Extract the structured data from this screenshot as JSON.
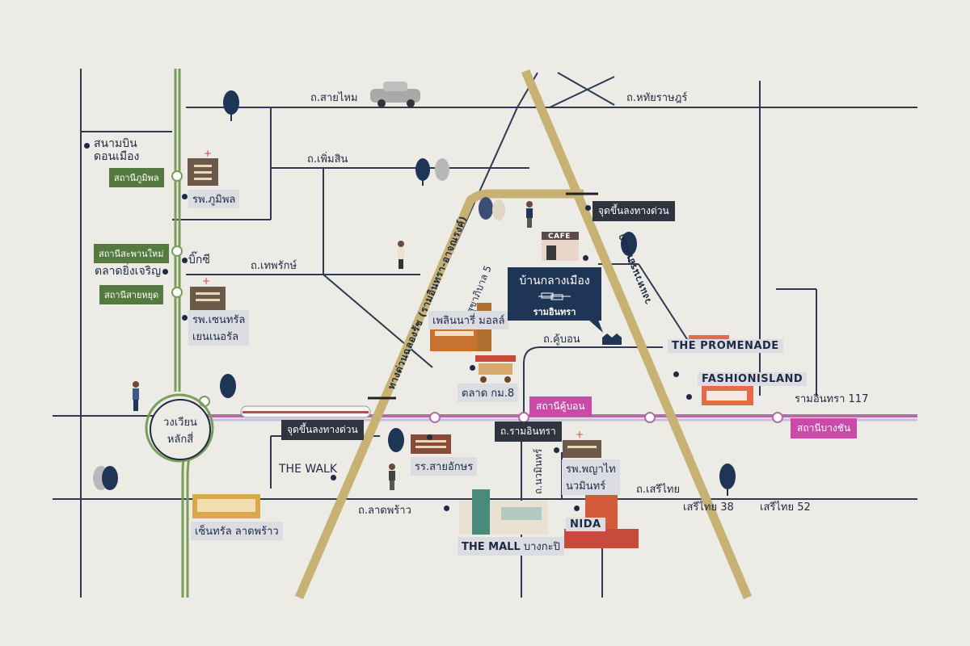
{
  "roads": {
    "sai_mai": "ถ.สายไหม",
    "hathai_rat": "ถ.หทัยราษฎร์",
    "phoem_sin": "ถ.เพิ่มสิน",
    "thep_harak": "ถ.เทพรักษ์",
    "sukhaphiban5": "ถ.สุขาภิบาล 5",
    "ku_bon": "ถ.คู้บอน",
    "ram_intra": "ถ.รามอินทรา",
    "lat_phrao": "ถ.ลาดพร้าว",
    "serithai": "ถ.เสรีไทย",
    "nawamin": "ถ.นวมินทร์",
    "expressway_ramintra": "ทางด่วนฉลองรัช (รามอินทรา-อาจณรงค์)",
    "outer_ring": "วงแหวนรอบนอก",
    "ram_intra_117": "รามอินทรา 117",
    "serithai_38": "เสรีไทย 38",
    "serithai_52": "เสรีไทย 52"
  },
  "places": {
    "airport": "สนามบิน\nดอนเมือง",
    "bhumibol_hospital": "รพ.ภูมิพล",
    "big_c": "บิ๊กซี",
    "yingcharoen_market": "ตลาดยิ่งเจริญ",
    "central_general_hospital": "รพ.เซนทรัล\nเยนเนอรัล",
    "circle": "วงเวียน\nหลักสี่",
    "central_ladprao": "เซ็นทรัล ลาดพร้าว",
    "the_walk": "THE WALK",
    "sai_aksorn_school": "รร.สายอักษร",
    "the_mall": "THE MALL",
    "the_mall_suffix": "บางกะปิ",
    "nida": "NIDA",
    "phyathai_hospital": "รพ.พญาไท\nนวมินทร์",
    "fashion_island": "FASHIONISLAND",
    "the_promenade": "THE PROMENADE",
    "plearnary_mall": "เพลินนารี่ มอลล์",
    "km8_market": "ตลาด กม.8",
    "cafe": "CAFE"
  },
  "stations": {
    "bhumibol": "สถานีภูมิพล",
    "saphan_mai": "สถานีสะพานใหม่",
    "sai_yut": "สถานีสายหยุด",
    "khu_bon": "สถานีคู้บอน",
    "bang_chan": "สถานีบางชัน"
  },
  "expressway_points": {
    "north": "จุดขึ้นลงทางด่วน",
    "south": "จุดขึ้นลงทางด่วน"
  },
  "project": {
    "name": "บ้านกลางเมือง",
    "sub": "รามอินทรา"
  },
  "colors": {
    "background": "#ecebe6",
    "road": "#2f3a52",
    "highway": "#c8b273",
    "rail": "#b66aa6",
    "green_line": "#7a9e5a",
    "navy": "#1f3556"
  }
}
